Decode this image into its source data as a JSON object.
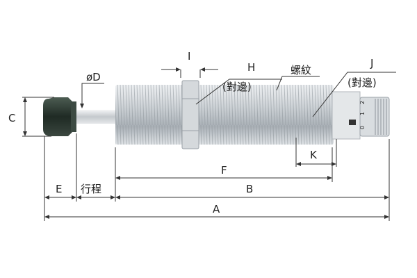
{
  "labels": {
    "A": "A",
    "B": "B",
    "C": "C",
    "D": "øD",
    "E": "E",
    "F": "F",
    "H": "H",
    "H_note": "(對邊)",
    "I": "I",
    "J": "J",
    "J_note": "(對邊)",
    "K": "K",
    "stroke": "行程",
    "thread": "螺紋"
  },
  "knob_scale": [
    "0",
    "1",
    "2"
  ],
  "colors": {
    "body": "#c9ced3",
    "tip": "#2d3a32",
    "line": "#333333",
    "text": "#222222"
  }
}
